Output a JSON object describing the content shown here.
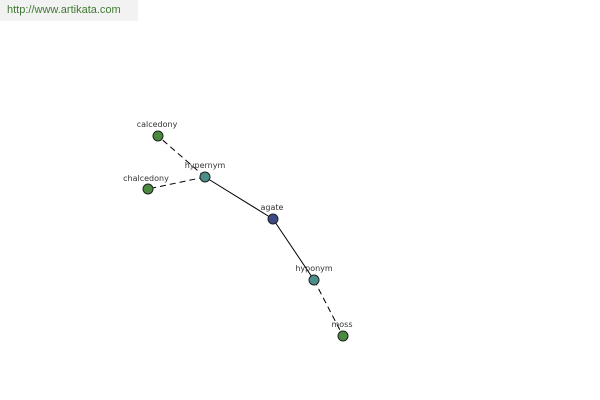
{
  "watermark": {
    "text": "http://www.artikata.com"
  },
  "graph": {
    "colors": {
      "root": "#3c4a86",
      "relation": "#4a8f8c",
      "term": "#4a8a3e",
      "node_stroke": "#222222",
      "edge": "#000000"
    },
    "nodes": [
      {
        "id": "agate",
        "label": "agate",
        "kind": "root"
      },
      {
        "id": "hypernym",
        "label": "hypernym",
        "kind": "relation"
      },
      {
        "id": "hyponym",
        "label": "hyponym",
        "kind": "relation"
      },
      {
        "id": "calcedony",
        "label": "calcedony",
        "kind": "term"
      },
      {
        "id": "chalcedony",
        "label": "chalcedony",
        "kind": "term"
      },
      {
        "id": "moss",
        "label": "moss",
        "kind": "term"
      }
    ],
    "edges": [
      {
        "from": "agate",
        "to": "hypernym",
        "style": "solid"
      },
      {
        "from": "agate",
        "to": "hyponym",
        "style": "solid"
      },
      {
        "from": "hypernym",
        "to": "calcedony",
        "style": "dashed"
      },
      {
        "from": "hypernym",
        "to": "chalcedony",
        "style": "dashed"
      },
      {
        "from": "hyponym",
        "to": "moss",
        "style": "dashed"
      }
    ]
  }
}
